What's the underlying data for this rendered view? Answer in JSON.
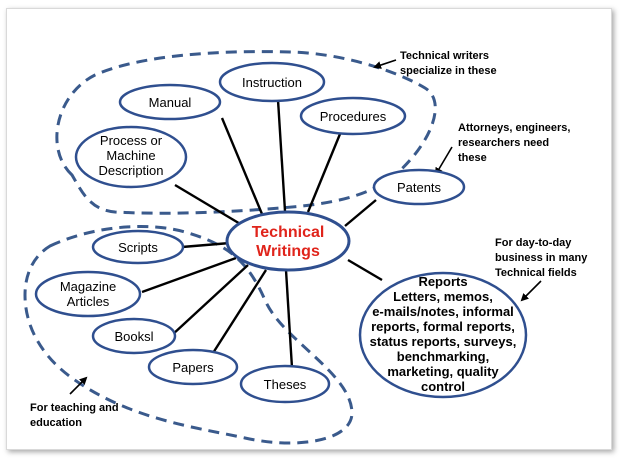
{
  "colors": {
    "node_border": "#2f4f8f",
    "dashed_line": "#3a5a8c",
    "spoke": "#000000",
    "center_text": "#e0241b"
  },
  "center": {
    "line1": "Technical",
    "line2": "Writings"
  },
  "nodes": {
    "instruction": "Instruction",
    "manual": "Manual",
    "procedures": "Procedures",
    "process": [
      "Process or",
      "Machine",
      "Description"
    ],
    "patents": "Patents",
    "scripts": "Scripts",
    "magazine": [
      "Magazine",
      "Articles"
    ],
    "books": "Booksl",
    "papers": "Papers",
    "theses": "Theses",
    "reports": [
      "Reports",
      "Letters, memos,",
      "e-mails/notes, informal",
      "reports, formal reports,",
      "status reports, surveys,",
      "benchmarking,",
      "marketing, quality",
      "control"
    ]
  },
  "annotations": {
    "tech_writers": [
      "Technical writers",
      "specialize in these"
    ],
    "attorneys": [
      "Attorneys, engineers,",
      "researchers need",
      "these"
    ],
    "day_to_day": [
      "For day-to-day",
      "business in many",
      "Technical fields"
    ],
    "teaching": [
      "For teaching and",
      "education"
    ]
  }
}
